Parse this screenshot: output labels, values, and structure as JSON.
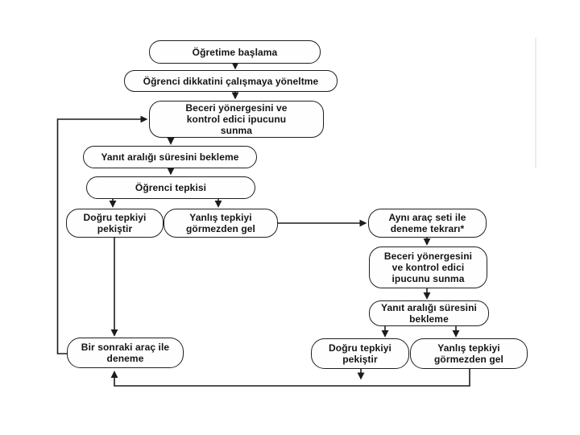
{
  "page": {
    "background": "#ffffff",
    "line_color": "#1c1c1c",
    "box_fill": "#ffffff",
    "box_border_color": "#1f1f1f",
    "text_color": "#141414"
  },
  "diagram": {
    "type": "flowchart",
    "language": "tr",
    "nodes": [
      {
        "id": "start",
        "label": "Öğretime başlama",
        "lines": [
          "Öğretime başlama"
        ]
      },
      {
        "id": "attention",
        "label": "Öğrenci dikkatini çalışmaya yöneltme",
        "lines": [
          "Öğrenci dikkatini çalışmaya yöneltme"
        ]
      },
      {
        "id": "instruction-cue",
        "label": "Beceri yönergesini ve kontrol edici ipucunu sunma",
        "lines": [
          "Beceri yönergesini ve",
          "kontrol edici ipucunu",
          "sunma"
        ]
      },
      {
        "id": "wait-interval",
        "label": "Yanıt aralığı süresini bekleme",
        "lines": [
          "Yanıt aralığı süresini bekleme"
        ]
      },
      {
        "id": "student-response",
        "label": "Öğrenci tepkisi",
        "lines": [
          "Öğrenci tepkisi"
        ]
      },
      {
        "id": "reinforce-correct",
        "label": "Doğru tepkiyi pekiştir",
        "lines": [
          "Doğru tepkiyi",
          "pekiştir"
        ]
      },
      {
        "id": "ignore-wrong",
        "label": "Yanlış tepkiyi görmezden gel",
        "lines": [
          "Yanlış tepkiyi",
          "görmezden gel"
        ]
      },
      {
        "id": "retry-same-set",
        "label": "Aynı araç seti ile deneme tekrarı*",
        "lines": [
          "Aynı araç seti ile",
          "deneme tekrarı*"
        ]
      },
      {
        "id": "instruction-cue-2",
        "label": "Beceri yönergesini ve kontrol edici ipucunu sunma",
        "lines": [
          "Beceri yönergesini",
          "ve kontrol edici",
          "ipucunu sunma"
        ]
      },
      {
        "id": "wait-interval-2",
        "label": "Yanıt aralığı süresini bekleme",
        "lines": [
          "Yanıt aralığı süresini",
          "bekleme"
        ]
      },
      {
        "id": "reinforce-correct-2",
        "label": "Doğru tepkiyi pekiştir",
        "lines": [
          "Doğru tepkiyi",
          "pekiştir"
        ]
      },
      {
        "id": "ignore-wrong-2",
        "label": "Yanlış tepkiyi görmezden gel",
        "lines": [
          "Yanlış tepkiyi",
          "görmezden gel"
        ]
      },
      {
        "id": "next-tool-trial",
        "label": "Bir sonraki araç ile deneme",
        "lines": [
          "Bir sonraki araç ile",
          "deneme"
        ]
      }
    ],
    "edges": [
      {
        "from": "start",
        "to": "attention"
      },
      {
        "from": "attention",
        "to": "instruction-cue"
      },
      {
        "from": "instruction-cue",
        "to": "wait-interval"
      },
      {
        "from": "wait-interval",
        "to": "student-response"
      },
      {
        "from": "student-response",
        "to": "reinforce-correct"
      },
      {
        "from": "student-response",
        "to": "ignore-wrong"
      },
      {
        "from": "ignore-wrong",
        "to": "retry-same-set"
      },
      {
        "from": "retry-same-set",
        "to": "instruction-cue-2"
      },
      {
        "from": "instruction-cue-2",
        "to": "wait-interval-2"
      },
      {
        "from": "wait-interval-2",
        "to": "reinforce-correct-2"
      },
      {
        "from": "wait-interval-2",
        "to": "ignore-wrong-2"
      },
      {
        "from": "reinforce-correct",
        "to": "next-tool-trial"
      },
      {
        "from": "reinforce-correct-2",
        "to": "next-tool-trial"
      },
      {
        "from": "ignore-wrong-2",
        "to": "next-tool-trial"
      },
      {
        "from": "next-tool-trial",
        "to": "instruction-cue"
      }
    ]
  }
}
